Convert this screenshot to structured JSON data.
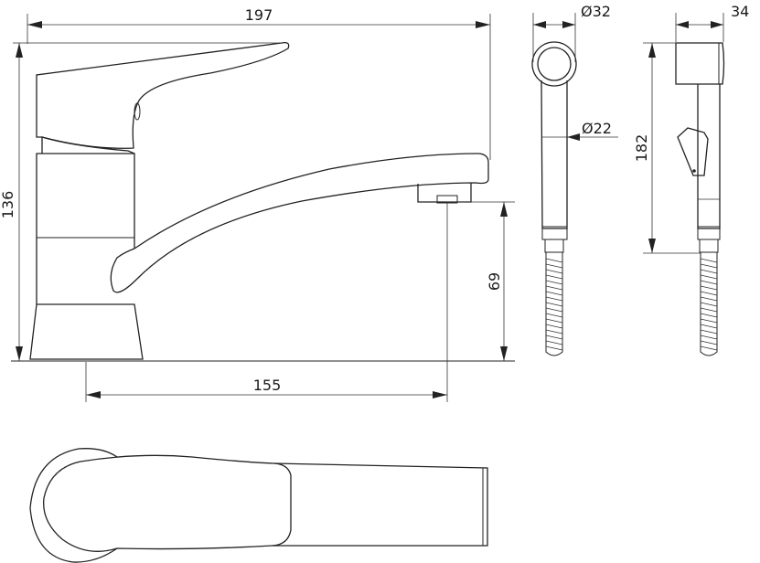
{
  "dimensions": {
    "faucet_width": "197",
    "faucet_height": "136",
    "spout_height": "69",
    "spout_reach": "155",
    "shower_head_diameter": "Ø32",
    "shower_handle_diameter": "Ø22",
    "shower_head_depth": "34",
    "shower_length": "182"
  }
}
